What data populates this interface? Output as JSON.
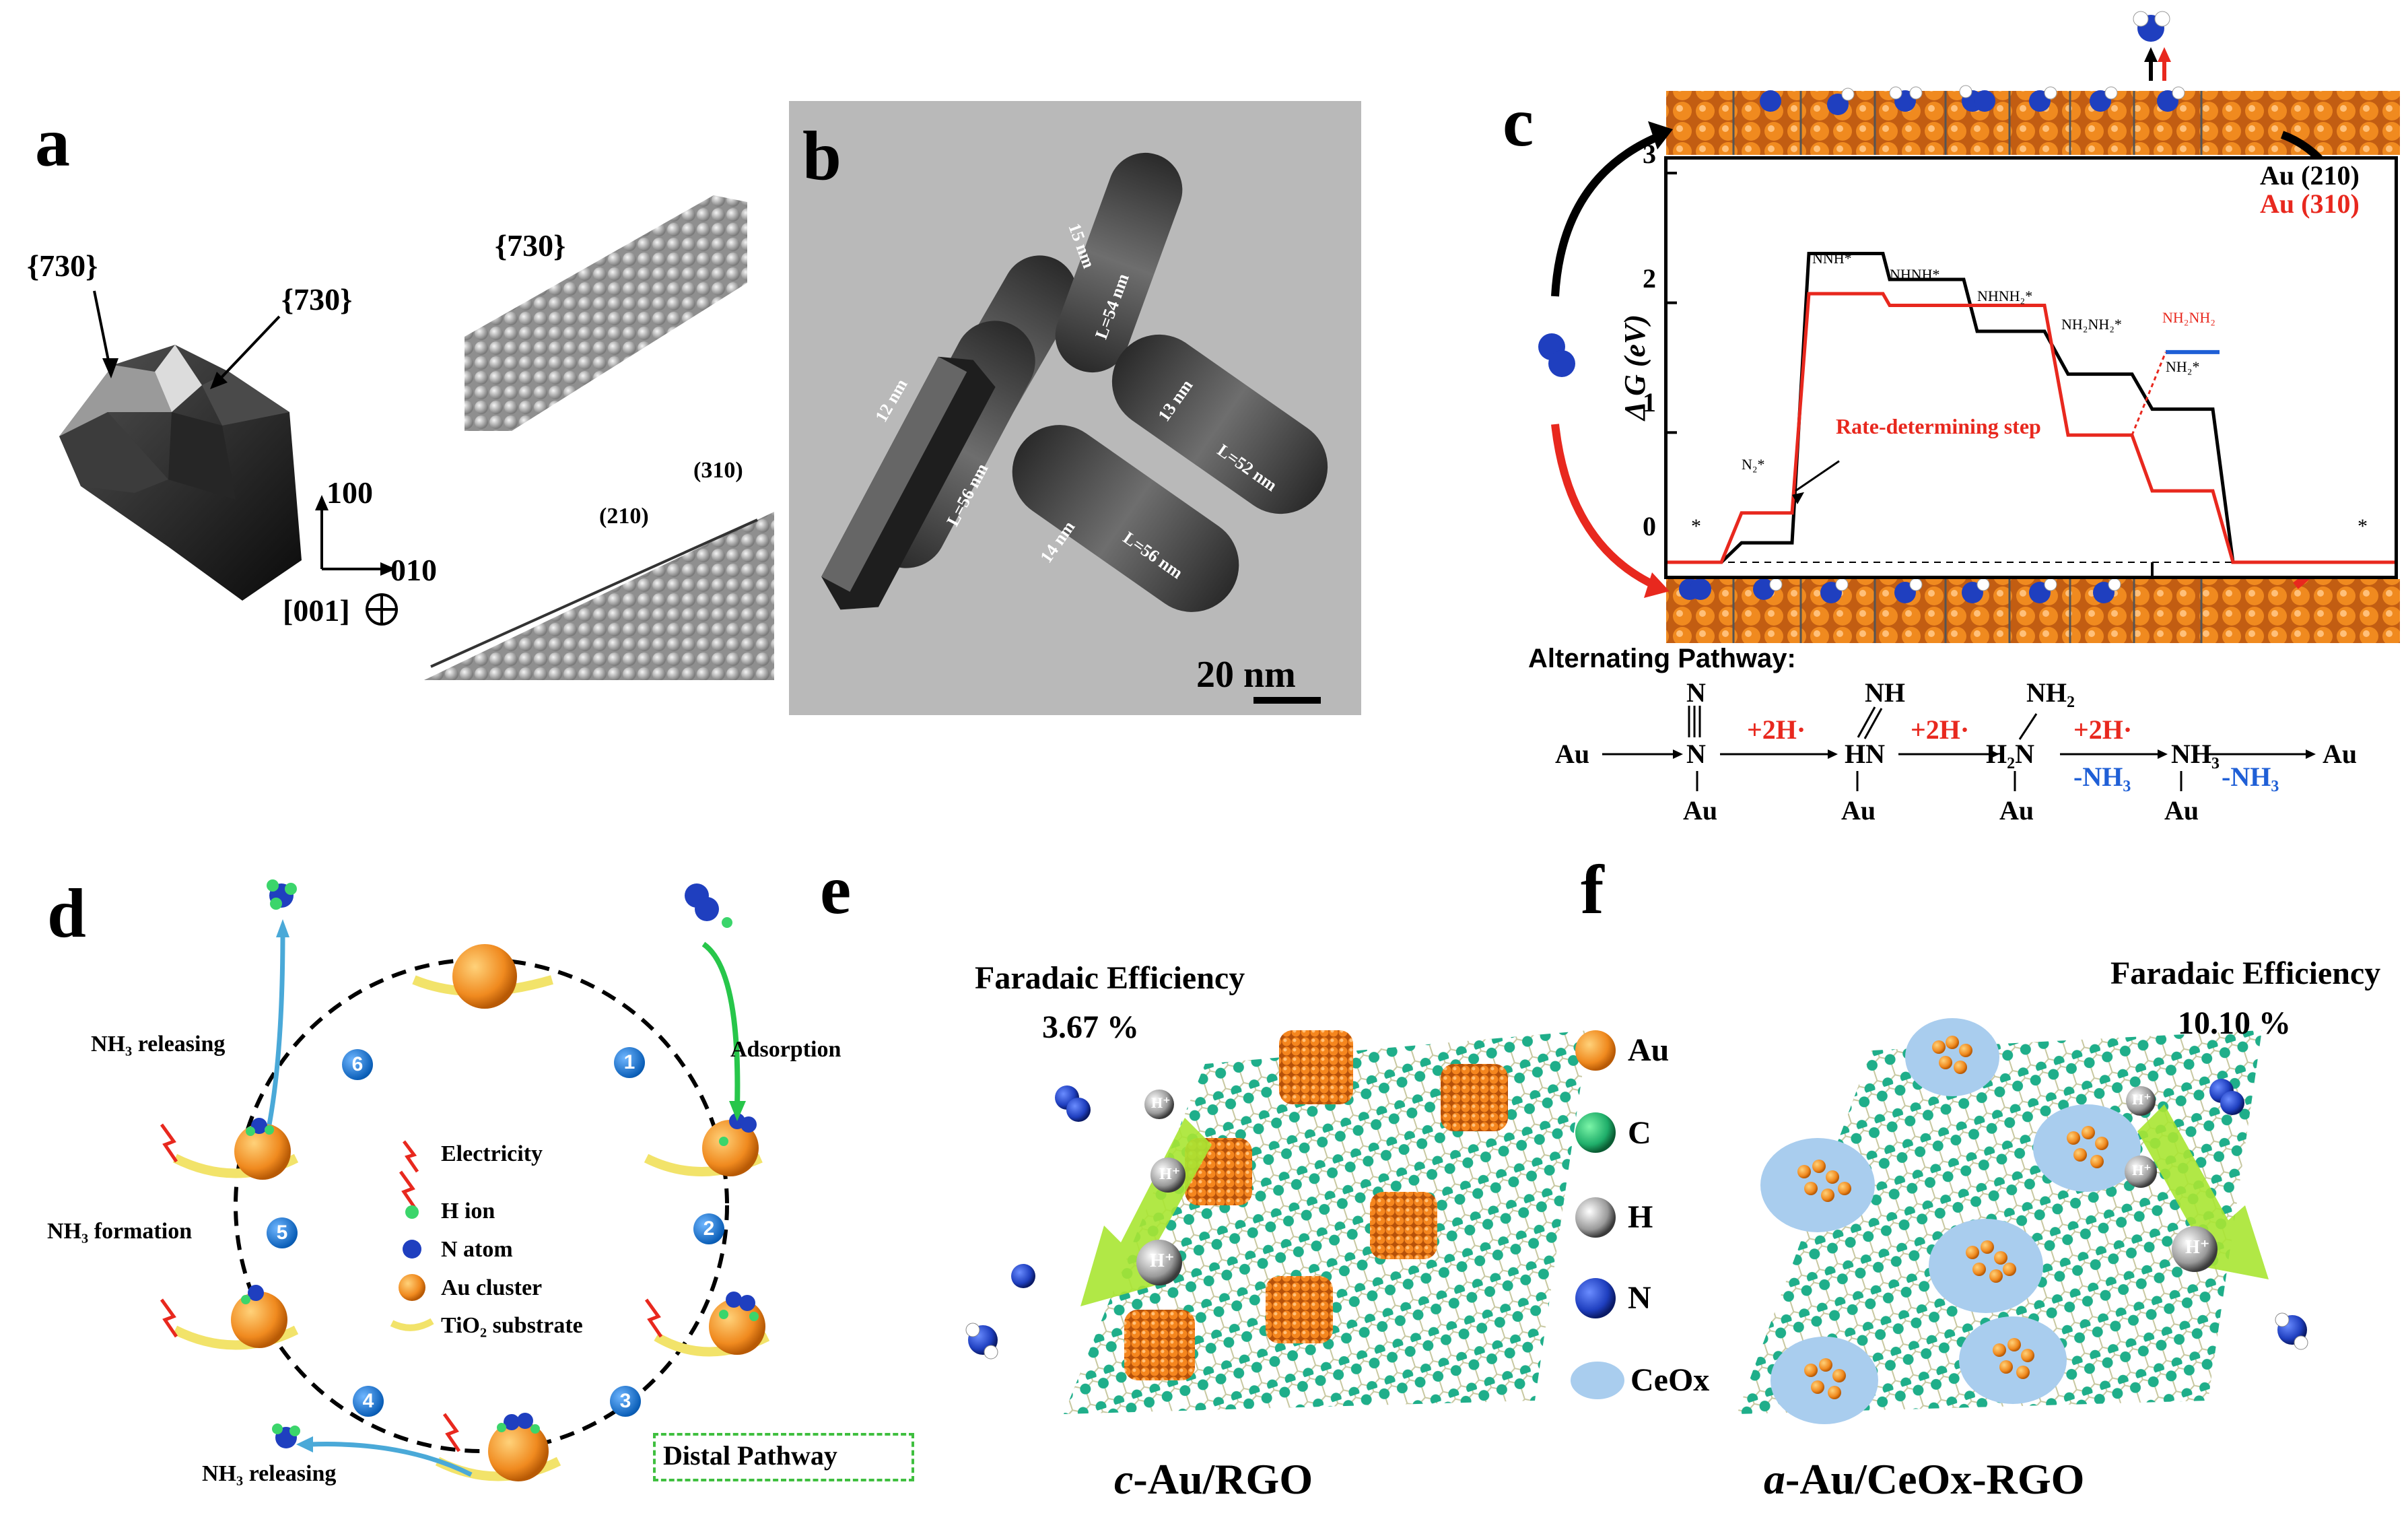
{
  "panels": {
    "a": {
      "label": "a",
      "facet_left": "{730}",
      "facet_right": "{730}",
      "facet_top": "{730}",
      "axis_up": "100",
      "axis_right": "010",
      "axis_in": "[001]",
      "step_210": "(210)",
      "step_310": "(310)"
    },
    "b": {
      "label": "b",
      "rod1_width": "15 nm",
      "rod1_length": "L=54 nm",
      "rod2_width": "12 nm",
      "rod2_length": "L=56 nm",
      "rod3_width": "13 nm",
      "rod3_length": "L=52 nm",
      "rod4_width": "14 nm",
      "rod4_length": "L=56 nm",
      "scale_bar": "20 nm"
    },
    "c": {
      "label": "c",
      "legend": [
        "Au (210)",
        "Au (310)"
      ],
      "ylabel": "Δ G (eV)",
      "y_ticks": [
        "0",
        "1",
        "2",
        "3"
      ],
      "step_labels": [
        "NNH*",
        "NHNH*",
        "NHNH₂*",
        "NH₂NH₂*",
        "NH₂NH₂",
        "NH₂*",
        "N₂*"
      ],
      "star_left": "*",
      "star_right": "*",
      "rds_label": "Rate-determining step",
      "pathway_title": "Alternating Pathway:",
      "scheme": {
        "au_start": "Au",
        "au_end": "Au",
        "au_bound": "Au",
        "plus2h": "+2H·",
        "minus_nh3": "-NH₃",
        "n": "N",
        "nh": "NH",
        "hn": "HN",
        "nh2": "NH₂",
        "h2n": "H₂N",
        "nh3": "NH₃"
      }
    },
    "d": {
      "label": "d",
      "steps": [
        "1",
        "2",
        "3",
        "4",
        "5",
        "6"
      ],
      "nh3_releasing_top": "NH₃ releasing",
      "adsorption": "Adsorption",
      "nh3_formation": "NH₃ formation",
      "nh3_releasing_bottom": "NH₃ releasing",
      "distal_pathway": "Distal Pathway",
      "legend": [
        "Electricity",
        "H ion",
        "N atom",
        "Au cluster",
        "TiO₂ substrate"
      ]
    },
    "e": {
      "label": "e",
      "fe_title": "Faradaic Efficiency",
      "fe_value": "3.67 %",
      "caption_prefix": "c",
      "caption_rest": "-Au/RGO"
    },
    "f": {
      "label": "f",
      "fe_title": "Faradaic Efficiency",
      "fe_value": "10.10 %",
      "caption_prefix": "a",
      "caption_rest": "-Au/CeOx-RGO"
    },
    "ef_legend": [
      "Au",
      "C",
      "H",
      "N",
      "CeOx"
    ],
    "h_plus": "H⁺"
  },
  "colors": {
    "au": "#f08a1f",
    "c_atom": "#1fae6a",
    "h_atom": "#d8d8d8",
    "n_atom": "#1f3fbf",
    "ceox": "#a9cdee",
    "line_210": "#000000",
    "line_310": "#e8281e",
    "nh2nh2_line": "#1f5fd6",
    "arrow_green": "#9be22a",
    "plus_red": "#e8281e",
    "minus_blue": "#1f5fd6"
  },
  "chart_data": {
    "type": "line",
    "title": "",
    "xlabel": "",
    "ylabel": "Δ G (eV)",
    "ylim": [
      0,
      3
    ],
    "step_profile": true,
    "series": [
      {
        "name": "Au (210)",
        "values": [
          0,
          0.15,
          2.38,
          2.18,
          1.78,
          1.45,
          1.18,
          0
        ]
      },
      {
        "name": "Au (310)",
        "values": [
          0,
          0.38,
          2.07,
          1.98,
          1.98,
          0.98,
          0.55,
          0
        ]
      }
    ],
    "extra_levels": [
      {
        "label": "NH₂NH₂",
        "value": 1.62
      }
    ],
    "grid": false,
    "legend_position": "top-right"
  }
}
